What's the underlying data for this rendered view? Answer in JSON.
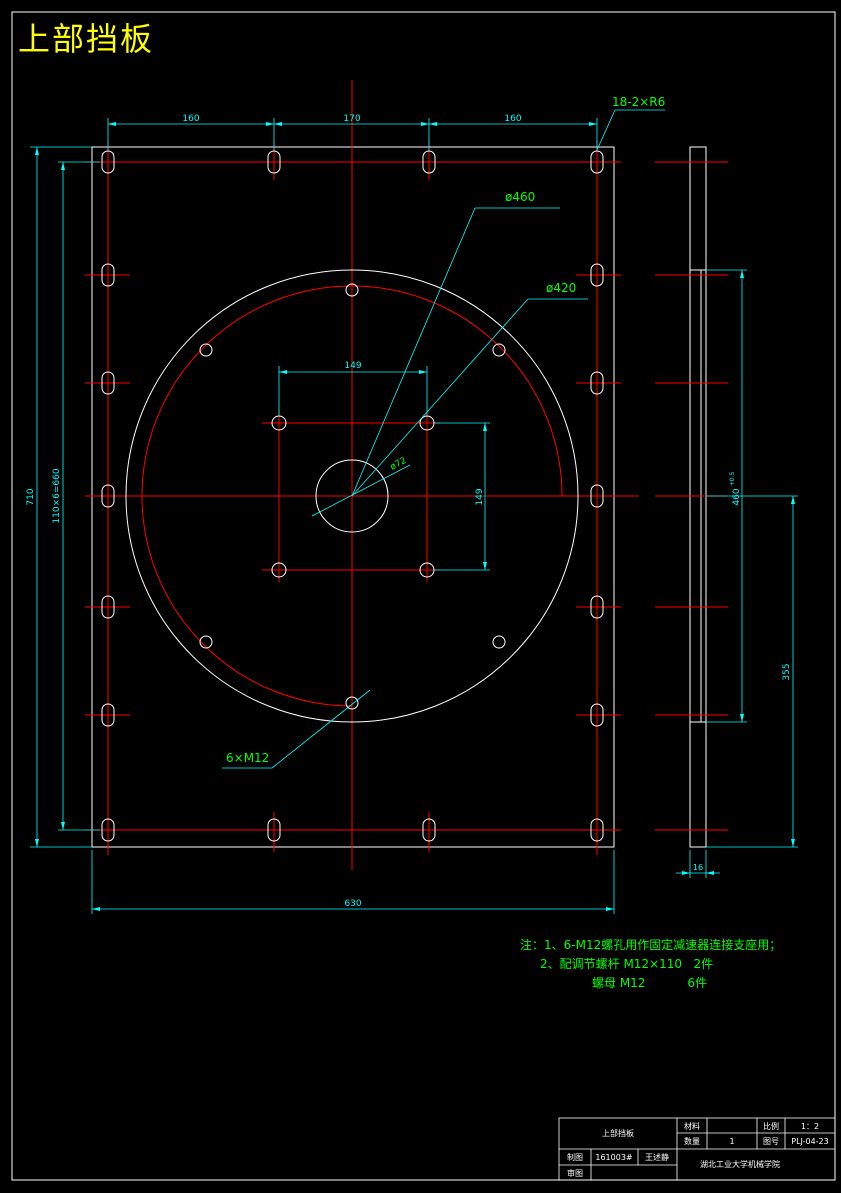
{
  "title": "上部挡板",
  "colors": {
    "outline": "#ffffff",
    "centerline": "#ff0000",
    "dimension": "#00ffff",
    "leader": "#00ffff",
    "label": "#00ff00",
    "title": "#ffff00"
  },
  "dimensions": {
    "top_left": "160",
    "top_mid": "170",
    "top_right": "160",
    "slots": "18-2×R6",
    "d460": "ø460",
    "d420": "ø420",
    "d72": "ø72",
    "square_w": "149",
    "square_h": "149",
    "bolts": "6×M12",
    "height_total": "710",
    "height_pitch": "110×6=660",
    "width_total": "630",
    "side_thickness": "16",
    "side_460": "460",
    "side_460_tol": "+0.5",
    "side_355": "355"
  },
  "notes": {
    "line1": "注：1、6-M12螺孔用作固定减速器连接支座用；",
    "line2": "2、配调节螺杆 M12×110   2件",
    "line3": "螺母 M12           6件"
  },
  "title_block": {
    "part_name": "上部挡板",
    "material_label": "材料",
    "material_value": "",
    "scale_label": "比例",
    "scale_value": "1：2",
    "qty_label": "数量",
    "qty_value": "1",
    "drawing_no_label": "图号",
    "drawing_no_value": "PLJ-04-23",
    "drawn_label": "制图",
    "drawn_id": "161003#",
    "drawn_name": "王述静",
    "check_label": "审图",
    "school": "湖北工业大学机械学院"
  }
}
